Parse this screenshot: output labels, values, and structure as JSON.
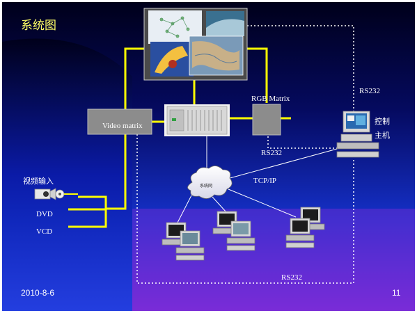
{
  "slide": {
    "title": "系统图",
    "date": "2010-8-6",
    "page_number": "11"
  },
  "diagram": {
    "video_matrix_label": "Video matrix",
    "rgb_matrix_label": "RGB Matrix",
    "control_host_line1": "控制",
    "control_host_line2": "主机",
    "rs232_top": "RS232",
    "rs232_mid": "RS232",
    "rs232_bottom": "RS232",
    "tcpip_label": "TCP/IP",
    "network_label": "系统网",
    "video_input_label": "视频输入",
    "dvd_label": "DVD",
    "vcd_label": "VCD"
  },
  "colors": {
    "bg_dark": "#000018",
    "bg_blue": "#1a2fd0",
    "bg_purple": "#8a1fc0",
    "line_yellow": "#ffff00",
    "line_white": "#ffffff"
  }
}
